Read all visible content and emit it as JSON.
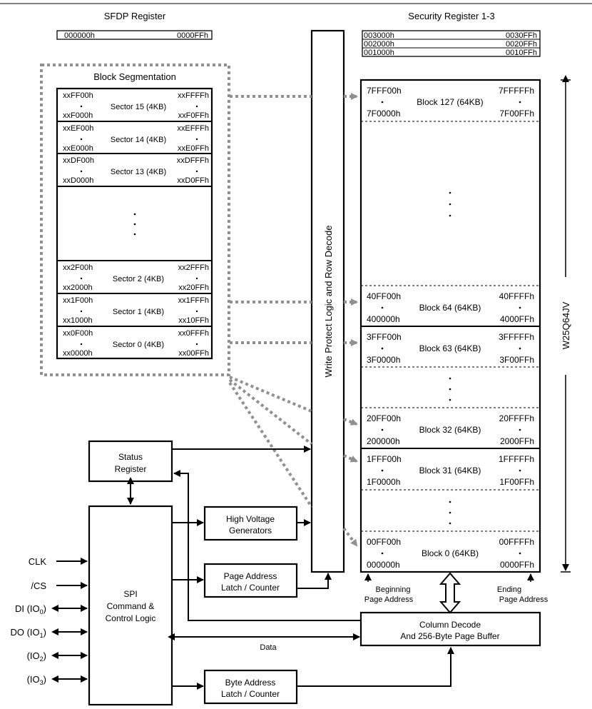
{
  "sfdp": {
    "title": "SFDP Register",
    "start": "000000h",
    "end": "0000FFh"
  },
  "security": {
    "title": "Security Register 1-3",
    "rows": [
      {
        "start": "003000h",
        "end": "0030FFh"
      },
      {
        "start": "002000h",
        "end": "0020FFh"
      },
      {
        "start": "001000h",
        "end": "0010FFh"
      }
    ]
  },
  "block_seg": {
    "title": "Block Segmentation",
    "sectors": [
      {
        "tl": "xxFF00h",
        "bl": "xxF000h",
        "label": "Sector 15 (4KB)",
        "tr": "xxFFFFh",
        "br": "xxF0FFh"
      },
      {
        "tl": "xxEF00h",
        "bl": "xxE000h",
        "label": "Sector 14 (4KB)",
        "tr": "xxEFFFh",
        "br": "xxE0FFh"
      },
      {
        "tl": "xxDF00h",
        "bl": "xxD000h",
        "label": "Sector 13 (4KB)",
        "tr": "xxDFFFh",
        "br": "xxD0FFh"
      },
      {
        "tl": "xx2F00h",
        "bl": "xx2000h",
        "label": "Sector 2 (4KB)",
        "tr": "xx2FFFh",
        "br": "xx20FFh"
      },
      {
        "tl": "xx1F00h",
        "bl": "xx1000h",
        "label": "Sector 1 (4KB)",
        "tr": "xx1FFFh",
        "br": "xx10FFh"
      },
      {
        "tl": "xx0F00h",
        "bl": "xx0000h",
        "label": "Sector 0 (4KB)",
        "tr": "xx0FFFh",
        "br": "xx00FFh"
      }
    ]
  },
  "blocks": [
    {
      "tl": "7FFF00h",
      "bl": "7F0000h",
      "label": "Block 127 (64KB)",
      "tr": "7FFFFFh",
      "br": "7F00FFh"
    },
    {
      "tl": "40FF00h",
      "bl": "400000h",
      "label": "Block 64 (64KB)",
      "tr": "40FFFFh",
      "br": "4000FFh"
    },
    {
      "tl": "3FFF00h",
      "bl": "3F0000h",
      "label": "Block 63 (64KB)",
      "tr": "3FFFFFh",
      "br": "3F00FFh"
    },
    {
      "tl": "20FF00h",
      "bl": "200000h",
      "label": "Block 32 (64KB)",
      "tr": "20FFFFh",
      "br": "2000FFh"
    },
    {
      "tl": "1FFF00h",
      "bl": "1F0000h",
      "label": "Block 31 (64KB)",
      "tr": "1FFFFFh",
      "br": "1F00FFh"
    },
    {
      "tl": "00FF00h",
      "bl": "000000h",
      "label": "Block 0 (64KB)",
      "tr": "00FFFFh",
      "br": "0000FFh"
    }
  ],
  "write_protect": "Write Protect Logic and Row Decode",
  "chip_name": "W25Q64JV",
  "status_register": [
    "Status",
    "Register"
  ],
  "spi_logic": [
    "SPI",
    "Command &",
    "Control Logic"
  ],
  "high_voltage": [
    "High Voltage",
    "Generators"
  ],
  "page_address_latch": [
    "Page Address",
    "Latch / Counter"
  ],
  "byte_address_latch": [
    "Byte Address",
    "Latch / Counter"
  ],
  "column_decode": [
    "Column Decode",
    "And 256-Byte Page Buffer"
  ],
  "beginning_page": [
    "Beginning",
    "Page Address"
  ],
  "ending_page": [
    "Ending",
    "Page Address"
  ],
  "data_label": "Data",
  "pins": [
    {
      "name": "CLK",
      "sub": ""
    },
    {
      "name": "/CS",
      "sub": ""
    },
    {
      "name": "DI (IO",
      "sub": "0"
    },
    {
      "name": "DO (IO",
      "sub": "1"
    },
    {
      "name": "(IO",
      "sub": "2"
    },
    {
      "name": "(IO",
      "sub": "3"
    }
  ]
}
